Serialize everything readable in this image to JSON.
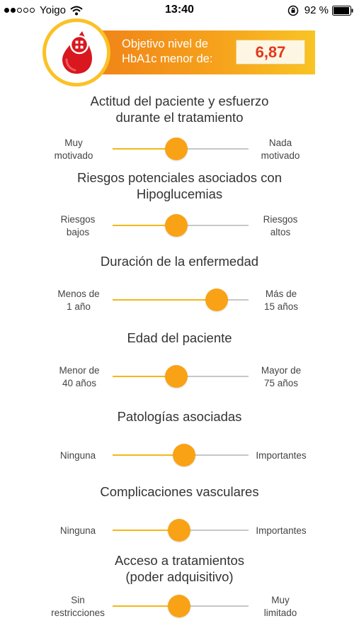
{
  "status_bar": {
    "carrier": "Yoigo",
    "time": "13:40",
    "battery": "92 %"
  },
  "header": {
    "label_line1": "Objetivo nivel de",
    "label_line2": "HbA1c menor de:",
    "value": "6,87"
  },
  "colors": {
    "accent_orange": "#f9a216",
    "track_fill": "#f4b719",
    "track_rest": "#c7c7c7",
    "value_red": "#e4371c",
    "drop_red": "#d8171e"
  },
  "sliders": [
    {
      "title_line1": "Actitud del paciente y esfuerzo",
      "title_line2": "durante el tratamiento",
      "left_line1": "Muy",
      "left_line2": "motivado",
      "right_line1": "Nada",
      "right_line2": "motivado",
      "value": 0.46
    },
    {
      "title_line1": "Riesgos potenciales asociados con",
      "title_line2": "Hipoglucemias",
      "left_line1": "Riesgos",
      "left_line2": "bajos",
      "right_line1": "Riesgos",
      "right_line2": "altos",
      "value": 0.46
    },
    {
      "title_line1": "Duración de la enfermedad",
      "title_line2": "",
      "left_line1": "Menos de",
      "left_line2": "1 año",
      "right_line1": "Más de",
      "right_line2": "15 años",
      "value": 0.82
    },
    {
      "title_line1": "Edad del paciente",
      "title_line2": "",
      "left_line1": "Menor de",
      "left_line2": "40 años",
      "right_line1": "Mayor de",
      "right_line2": "75 años",
      "value": 0.46
    },
    {
      "title_line1": "Patologías asociadas",
      "title_line2": "",
      "left_line1": "Ninguna",
      "left_line2": "",
      "right_line1": "Importantes",
      "right_line2": "",
      "value": 0.53
    },
    {
      "title_line1": "Complicaciones vasculares",
      "title_line2": "",
      "left_line1": "Ninguna",
      "left_line2": "",
      "right_line1": "Importantes",
      "right_line2": "",
      "value": 0.49
    },
    {
      "title_line1": "Acceso a tratamientos",
      "title_line2": "(poder adquisitivo)",
      "left_line1": "Sin",
      "left_line2": "restricciones",
      "right_line1": "Muy",
      "right_line2": "limitado",
      "value": 0.49
    }
  ]
}
